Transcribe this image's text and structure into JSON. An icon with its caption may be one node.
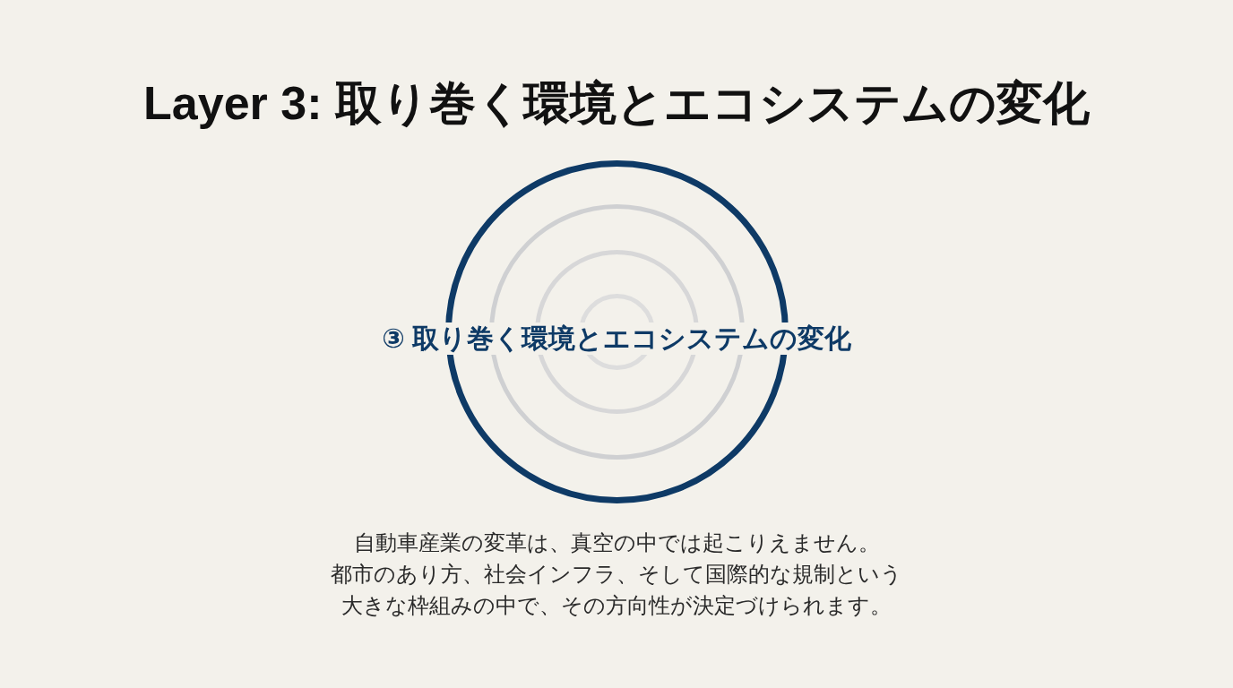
{
  "diagram": {
    "title": "Layer 3: 取り巻く環境とエコシステムの変化",
    "caption": "自動車産業の変革は、真空の中では起こりえません。都市のあり方、社会インフラ、そして国際的な規制という大きな枠組みの中で、その方向性が決定づけられます。",
    "nodes": [
      {
        "text": [
          "③ 取り巻く環境とエコシステムの変化"
        ]
      }
    ]
  }
}
